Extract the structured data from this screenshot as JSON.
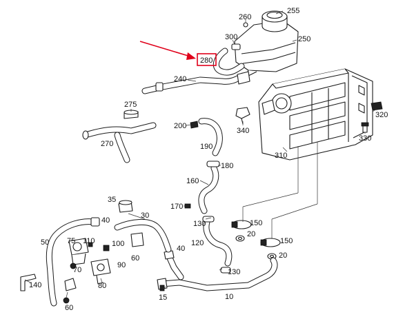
{
  "diagram": {
    "callouts": [
      "260",
      "255",
      "300",
      "250",
      "280",
      "240",
      "275",
      "200",
      "340",
      "320",
      "190",
      "270",
      "330",
      "310",
      "180",
      "160",
      "35",
      "170",
      "30",
      "150",
      "40",
      "130",
      "20",
      "50",
      "75",
      "110",
      "100",
      "120",
      "40",
      "150",
      "70",
      "90",
      "60",
      "20",
      "130",
      "140",
      "80",
      "10",
      "15",
      "60"
    ],
    "highlight": {
      "label": "280",
      "box_color": "#e0001a",
      "arrow_color": "#e0001a"
    },
    "line_color": "#1a1a1a",
    "background": "#ffffff"
  }
}
